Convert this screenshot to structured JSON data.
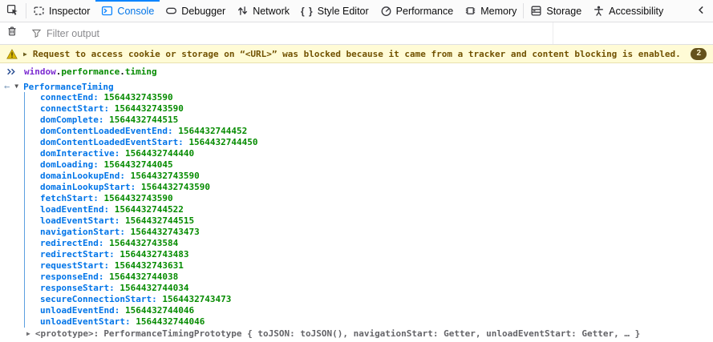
{
  "toolbar": {
    "picker_tooltip": "Pick an element from the page",
    "tabs": [
      {
        "id": "inspector",
        "label": "Inspector",
        "icon": "inspector-icon"
      },
      {
        "id": "console",
        "label": "Console",
        "icon": "console-icon",
        "active": true
      },
      {
        "id": "debugger",
        "label": "Debugger",
        "icon": "debugger-icon"
      },
      {
        "id": "network",
        "label": "Network",
        "icon": "network-icon"
      },
      {
        "id": "style-editor",
        "label": "Style Editor",
        "icon": "style-editor-icon"
      },
      {
        "id": "performance",
        "label": "Performance",
        "icon": "performance-icon"
      },
      {
        "id": "memory",
        "label": "Memory",
        "icon": "memory-icon"
      },
      {
        "id": "storage",
        "label": "Storage",
        "icon": "storage-icon",
        "separator_before": true
      },
      {
        "id": "accessibility",
        "label": "Accessibility",
        "icon": "accessibility-icon"
      }
    ]
  },
  "filter_bar": {
    "placeholder": "Filter output"
  },
  "console": {
    "warning": {
      "text": "Request to access cookie or storage on “<URL>” was blocked because it came from a tracker and content blocking is enabled.",
      "count": "2"
    },
    "input_echo": {
      "expression": "window.performance.timing",
      "tokens": [
        {
          "text": "window",
          "type": "variable"
        },
        {
          "text": ".",
          "type": "punct"
        },
        {
          "text": "performance",
          "type": "property"
        },
        {
          "text": ".",
          "type": "punct"
        },
        {
          "text": "timing",
          "type": "property"
        }
      ]
    },
    "result": {
      "class_name": "PerformanceTiming",
      "properties": [
        {
          "name": "connectEnd",
          "value": "1564432743590"
        },
        {
          "name": "connectStart",
          "value": "1564432743590"
        },
        {
          "name": "domComplete",
          "value": "1564432744515"
        },
        {
          "name": "domContentLoadedEventEnd",
          "value": "1564432744452"
        },
        {
          "name": "domContentLoadedEventStart",
          "value": "1564432744450"
        },
        {
          "name": "domInteractive",
          "value": "1564432744440"
        },
        {
          "name": "domLoading",
          "value": "1564432744045"
        },
        {
          "name": "domainLookupEnd",
          "value": "1564432743590"
        },
        {
          "name": "domainLookupStart",
          "value": "1564432743590"
        },
        {
          "name": "fetchStart",
          "value": "1564432743590"
        },
        {
          "name": "loadEventEnd",
          "value": "1564432744522"
        },
        {
          "name": "loadEventStart",
          "value": "1564432744515"
        },
        {
          "name": "navigationStart",
          "value": "1564432743473"
        },
        {
          "name": "redirectEnd",
          "value": "1564432743584"
        },
        {
          "name": "redirectStart",
          "value": "1564432743483"
        },
        {
          "name": "requestStart",
          "value": "1564432743631"
        },
        {
          "name": "responseEnd",
          "value": "1564432744038"
        },
        {
          "name": "responseStart",
          "value": "1564432744034"
        },
        {
          "name": "secureConnectionStart",
          "value": "1564432743473"
        },
        {
          "name": "unloadEventEnd",
          "value": "1564432744046"
        },
        {
          "name": "unloadEventStart",
          "value": "1564432744046"
        }
      ],
      "prototype": {
        "label": "<prototype>:",
        "value": "PerformanceTimingPrototype { toJSON: toJSON(), navigationStart: Getter, unloadEventStart: Getter, … }"
      }
    }
  },
  "colors": {
    "accent_blue": "#0074e8",
    "active_tab_line": "#0a84ff",
    "property_name": "#0074e8",
    "number_value": "#058b00",
    "variable_purple": "#7c2bd1",
    "warning_bg": "#fffbd6",
    "warning_text": "#715100",
    "warning_badge_bg": "#65521c",
    "tree_guide_line": "#5c9fe0",
    "toolbar_border": "#dfdfe2"
  }
}
